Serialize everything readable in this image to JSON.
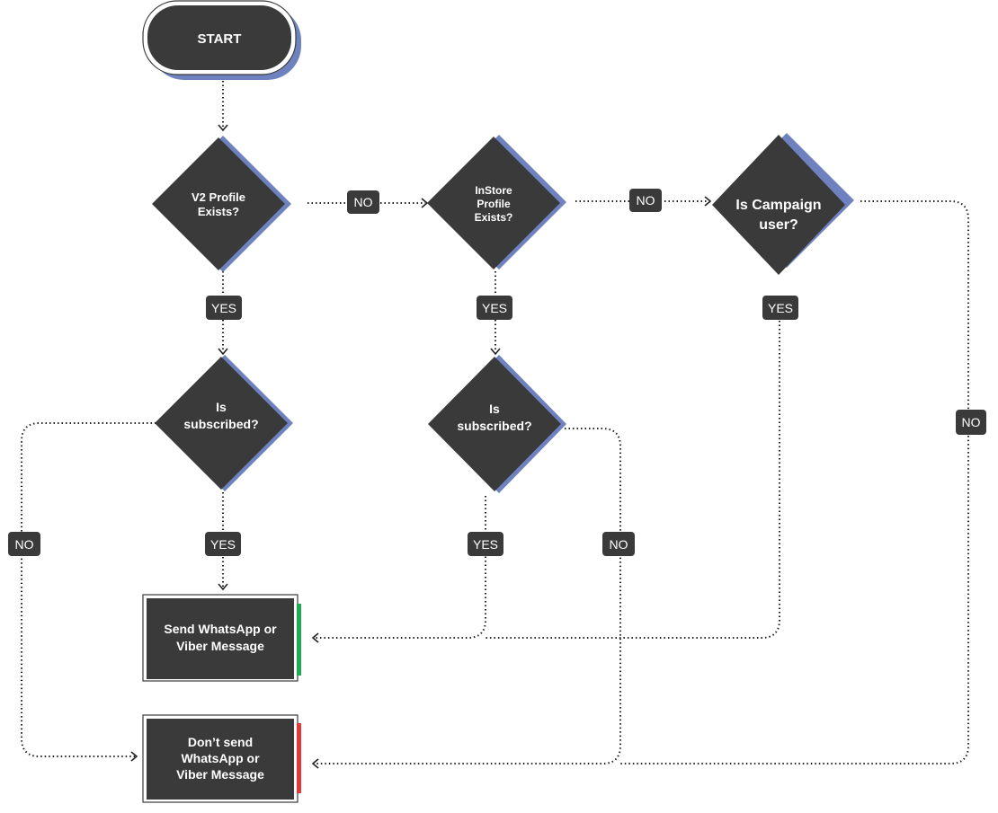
{
  "colors": {
    "shape_fill": "#3a3a3a",
    "shadow": "#6e82c0",
    "success_bar": "#1faa57",
    "fail_bar": "#e03a3a",
    "connector": "#222222",
    "background": "#ffffff"
  },
  "nodes": {
    "start": {
      "line1": "START"
    },
    "v2_profile": {
      "line1": "V2 Profile",
      "line2": "Exists?"
    },
    "instore_profile": {
      "line1": "InStore",
      "line2": "Profile",
      "line3": "Exists?"
    },
    "campaign_user": {
      "line1": "Is Campaign",
      "line2": "user?"
    },
    "subscribed_1": {
      "line1": "Is",
      "line2": "subscribed?"
    },
    "subscribed_2": {
      "line1": "Is",
      "line2": "subscribed?"
    },
    "send_message": {
      "line1": "Send WhatsApp or",
      "line2": "Viber Message"
    },
    "dont_send": {
      "line1": "Don’t send",
      "line2": "WhatsApp or",
      "line3": "Viber Message"
    }
  },
  "edge_labels": {
    "v2_no": "NO",
    "instore_no": "NO",
    "v2_yes": "YES",
    "instore_yes": "YES",
    "campaign_yes": "YES",
    "campaign_no": "NO",
    "sub1_no": "NO",
    "sub1_yes": "YES",
    "sub2_yes": "YES",
    "sub2_no": "NO"
  }
}
